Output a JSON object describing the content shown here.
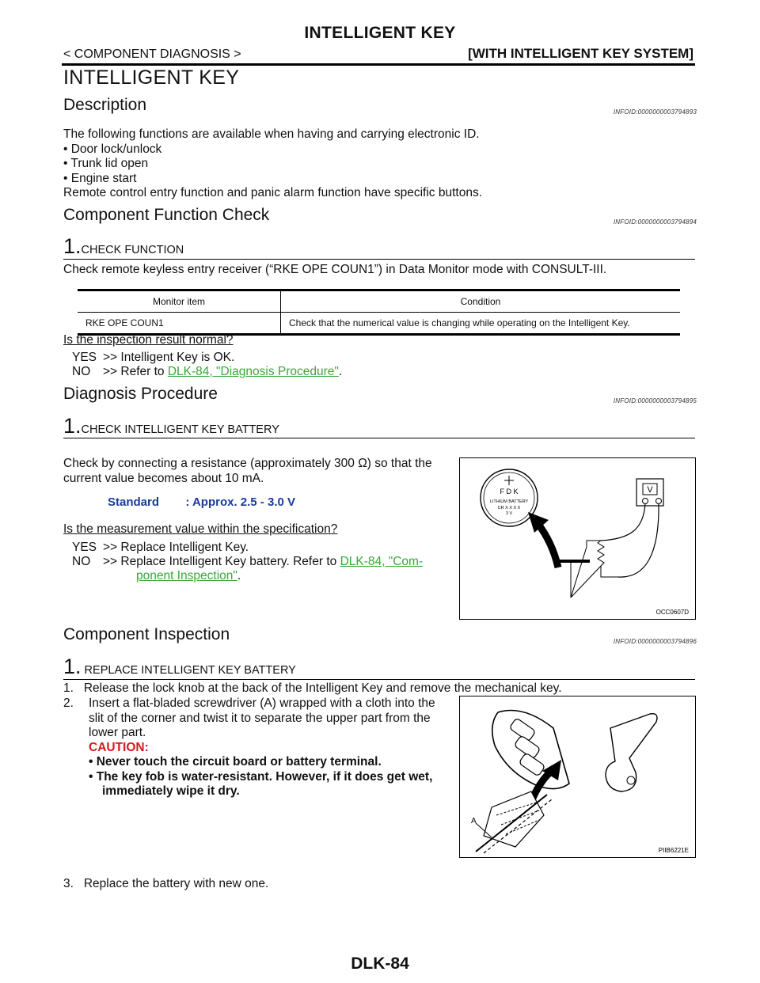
{
  "header": {
    "title": "INTELLIGENT KEY",
    "left": "< COMPONENT DIAGNOSIS >",
    "right": "[WITH INTELLIGENT KEY SYSTEM]"
  },
  "page_title": "INTELLIGENT KEY",
  "description": {
    "heading": "Description",
    "infoid": "INFOID:0000000003794893",
    "intro": "The following functions are available when having and carrying electronic ID.",
    "bullets": [
      "Door lock/unlock",
      "Trunk lid open",
      "Engine start"
    ],
    "closing": "Remote control entry function and panic alarm function have specific buttons."
  },
  "function_check": {
    "heading": "Component  Function  Check",
    "infoid": "INFOID:0000000003794894",
    "step_number": "1.",
    "step_title": "CHECK FUNCTION",
    "instruction": "Check remote keyless entry receiver (“RKE OPE COUN1”) in Data Monitor mode with CONSULT-III.",
    "table": {
      "headers": [
        "Monitor item",
        "Condition"
      ],
      "rows": [
        [
          "RKE OPE COUN1",
          "Check that the numerical value is changing while operating on the Intelligent Key."
        ]
      ]
    },
    "question": "Is the inspection result normal?",
    "yes_label": "YES",
    "yes_text": ">> Intelligent Key is OK.",
    "no_label": "NO",
    "no_text": ">> Refer to ",
    "no_link": "DLK-84, \"Diagnosis Procedure\"",
    "no_suffix": "."
  },
  "diagnosis": {
    "heading": "Diagnosis Procedure",
    "infoid": "INFOID:0000000003794895",
    "step_number": "1.",
    "step_title": "CHECK INTELLIGENT KEY BATTERY",
    "text_line1": "Check by connecting a resistance (approximately 300 Ω) so that the",
    "text_line2": "current value becomes about 10 mA.",
    "standard": "Standard        : Approx. 2.5 - 3.0 V",
    "question": "Is the measurement value within the specification?",
    "yes_label": "YES",
    "yes_text": ">> Replace Intelligent Key.",
    "no_label": "NO",
    "no_text": ">> Replace Intelligent Key battery. Refer to ",
    "no_link_1": "DLK-84, \"Com-",
    "no_link_2": "ponent Inspection\"",
    "no_suffix": ".",
    "figure": {
      "code": "OCC0607D",
      "battery_brand": "F  D  K",
      "battery_line1": "LITHIUM BATTERY",
      "battery_line2": "CR  X X X X",
      "battery_line3": "3 V",
      "meter_label": "V"
    }
  },
  "inspection": {
    "heading": "Component Inspection",
    "infoid": "INFOID:0000000003794896",
    "step_number": "1.",
    "step_title": " REPLACE INTELLIGENT KEY BATTERY",
    "step1": "1.   Release the lock knob at the back of the Intelligent Key and remove the mechanical key.",
    "step2_num": "2.",
    "step2_lines": [
      "Insert a flat-bladed screwdriver (A) wrapped with a cloth into the",
      "slit of the corner and twist it to separate the upper part from the",
      "lower part."
    ],
    "caution_label": "CAUTION:",
    "caution_1": "Never touch the circuit board or battery terminal.",
    "caution_2a": "The key fob is water-resistant. However, if it does get wet,",
    "caution_2b": "immediately wipe it dry.",
    "step3": "3.   Replace the battery with new one.",
    "figure": {
      "code": "PIIB6221E",
      "callout": "A"
    }
  },
  "footer": "DLK-84"
}
